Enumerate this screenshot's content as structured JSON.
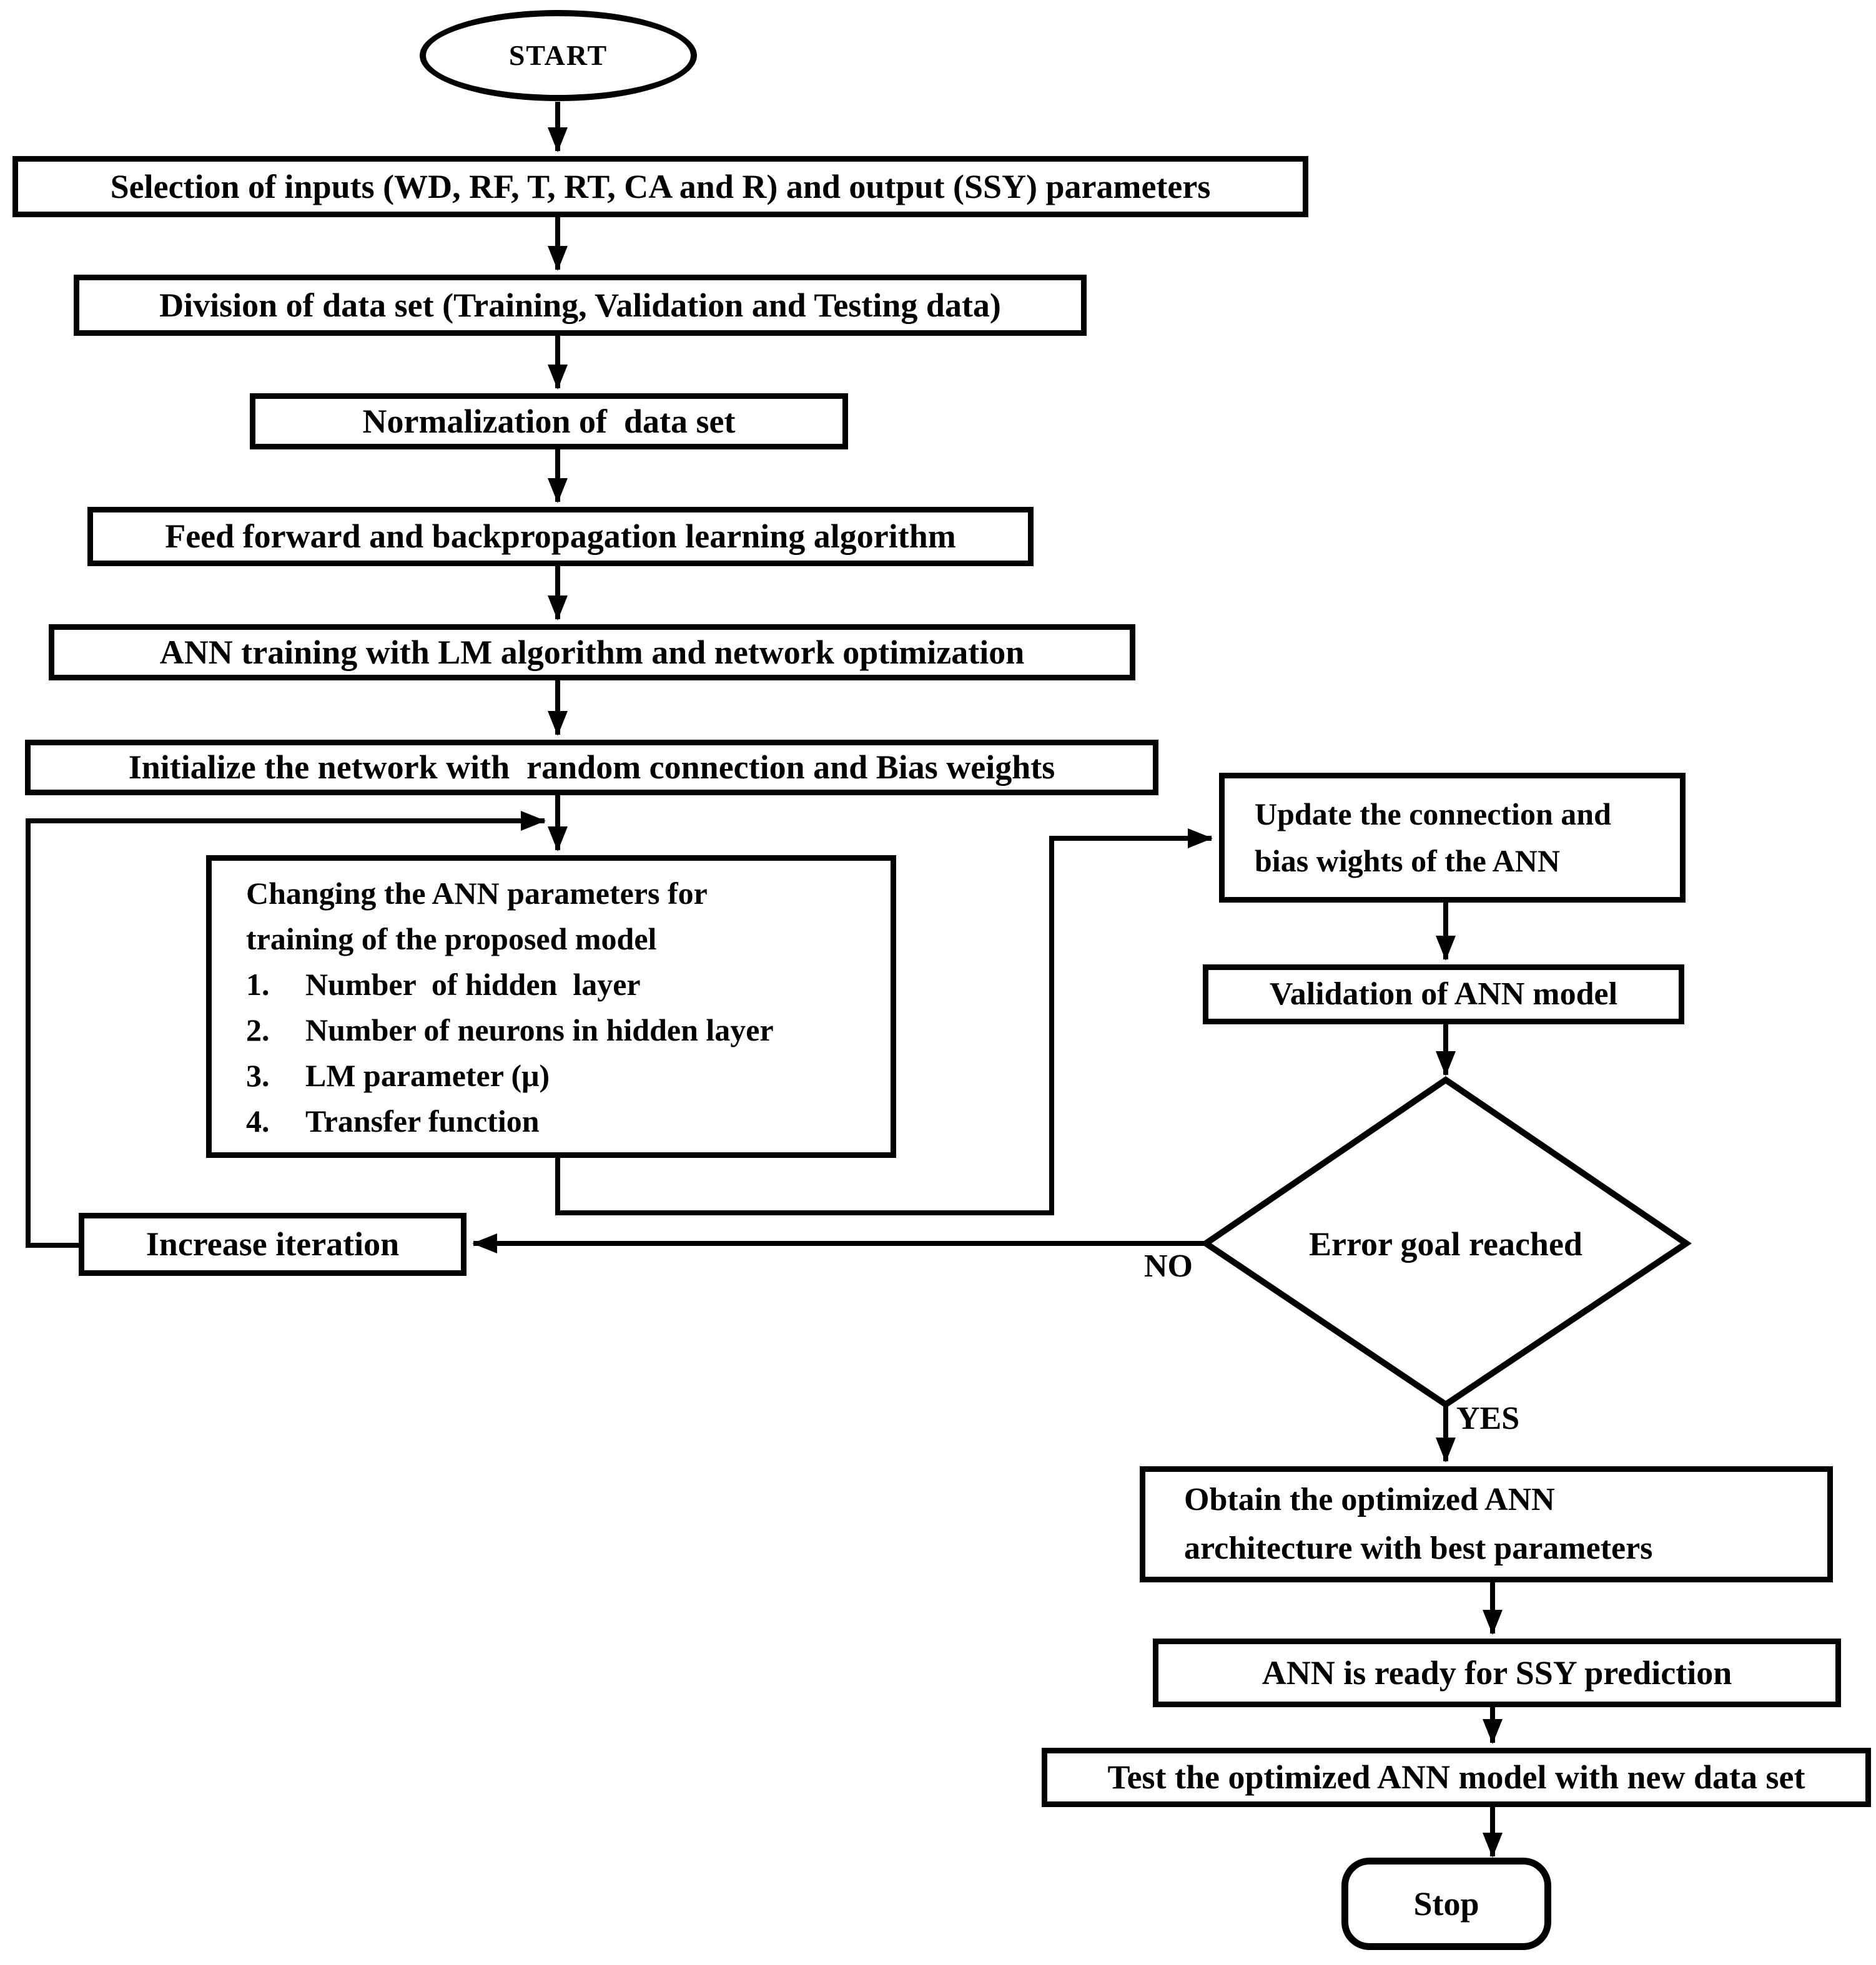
{
  "flowchart": {
    "colors": {
      "stroke": "#000000",
      "background": "#ffffff",
      "text": "#000000"
    },
    "nodes": {
      "start": {
        "label": "START"
      },
      "selection": {
        "label": "Selection of inputs (WD, RF, T, RT, CA and R) and output (SSY) parameters"
      },
      "division": {
        "label": "Division of data set (Training, Validation and Testing data)"
      },
      "normalization": {
        "label": "Normalization of  data set"
      },
      "feedforward": {
        "label": "Feed forward and backpropagation learning algorithm"
      },
      "training": {
        "label": "ANN training with LM algorithm and network optimization"
      },
      "initialize": {
        "label": "Initialize the network with  random connection and Bias weights"
      },
      "changing": {
        "title": "Changing the ANN parameters for\ntraining of the proposed model",
        "items": [
          {
            "num": "1.",
            "label": "Number  of hidden  layer"
          },
          {
            "num": "2.",
            "label": "Number of neurons in hidden layer"
          },
          {
            "num": "3.",
            "label": "LM parameter (μ)"
          },
          {
            "num": "4.",
            "label": "Transfer function"
          }
        ]
      },
      "update": {
        "label": "Update the connection and\nbias wights of the ANN"
      },
      "validation": {
        "label": "Validation of ANN model"
      },
      "decision": {
        "label": "Error goal reached"
      },
      "increase": {
        "label": "Increase iteration"
      },
      "obtain": {
        "label": "Obtain the optimized ANN\narchitecture with best parameters"
      },
      "ready": {
        "label": "ANN is ready for SSY prediction"
      },
      "test": {
        "label": "Test the optimized ANN model with new data set"
      },
      "stop": {
        "label": "Stop"
      }
    },
    "edges": {
      "no_label": "NO",
      "yes_label": "YES"
    }
  }
}
